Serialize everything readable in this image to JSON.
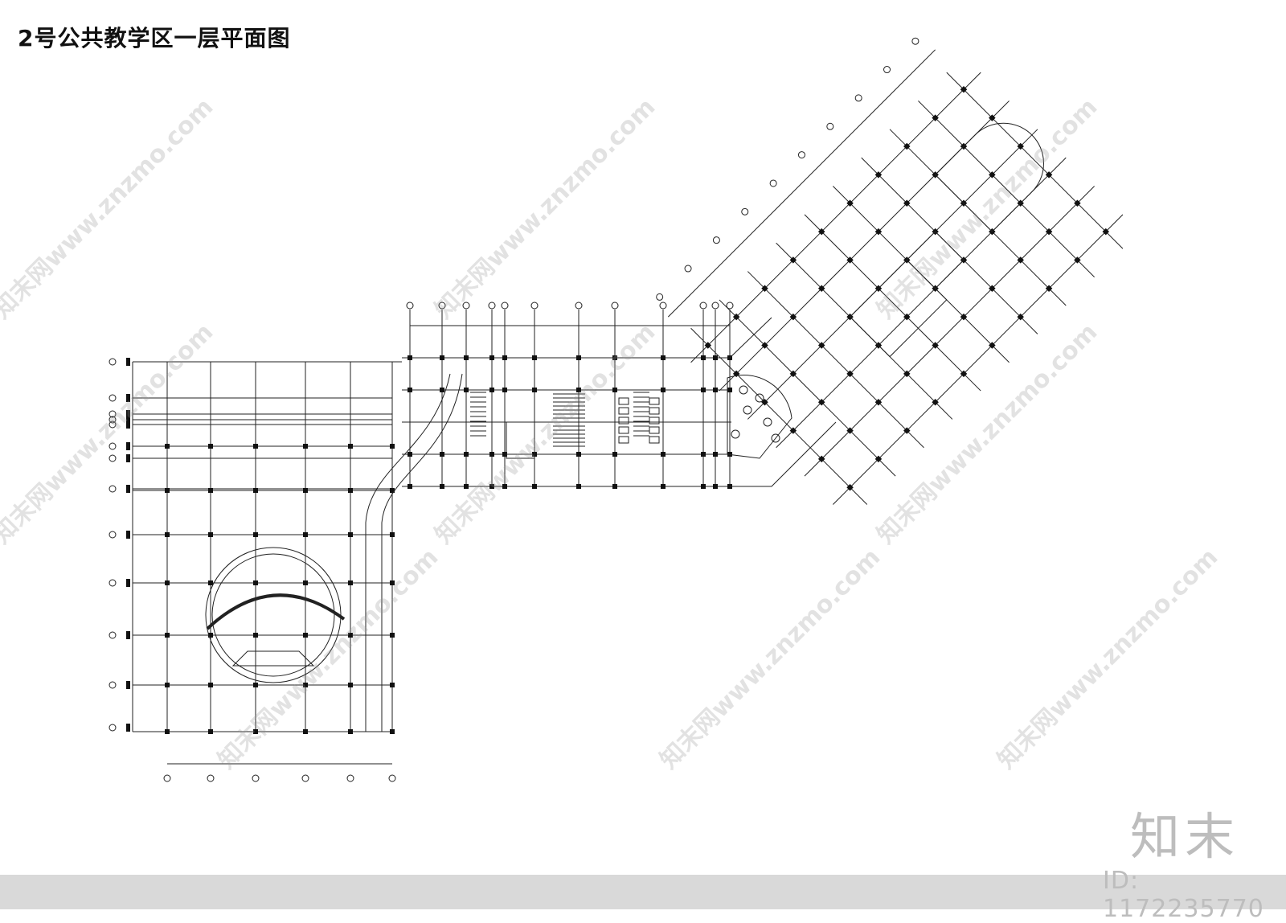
{
  "title": "2号公共教学区一层平面图",
  "watermark": {
    "brand": "知末",
    "id_label": "ID: 1172235770",
    "tile_text": "知末网www.znzmo.com"
  },
  "colors": {
    "line": "#222222",
    "column": "#111111",
    "bottom_bar": "#d9d9d9",
    "watermark": "#bdbdbd"
  }
}
